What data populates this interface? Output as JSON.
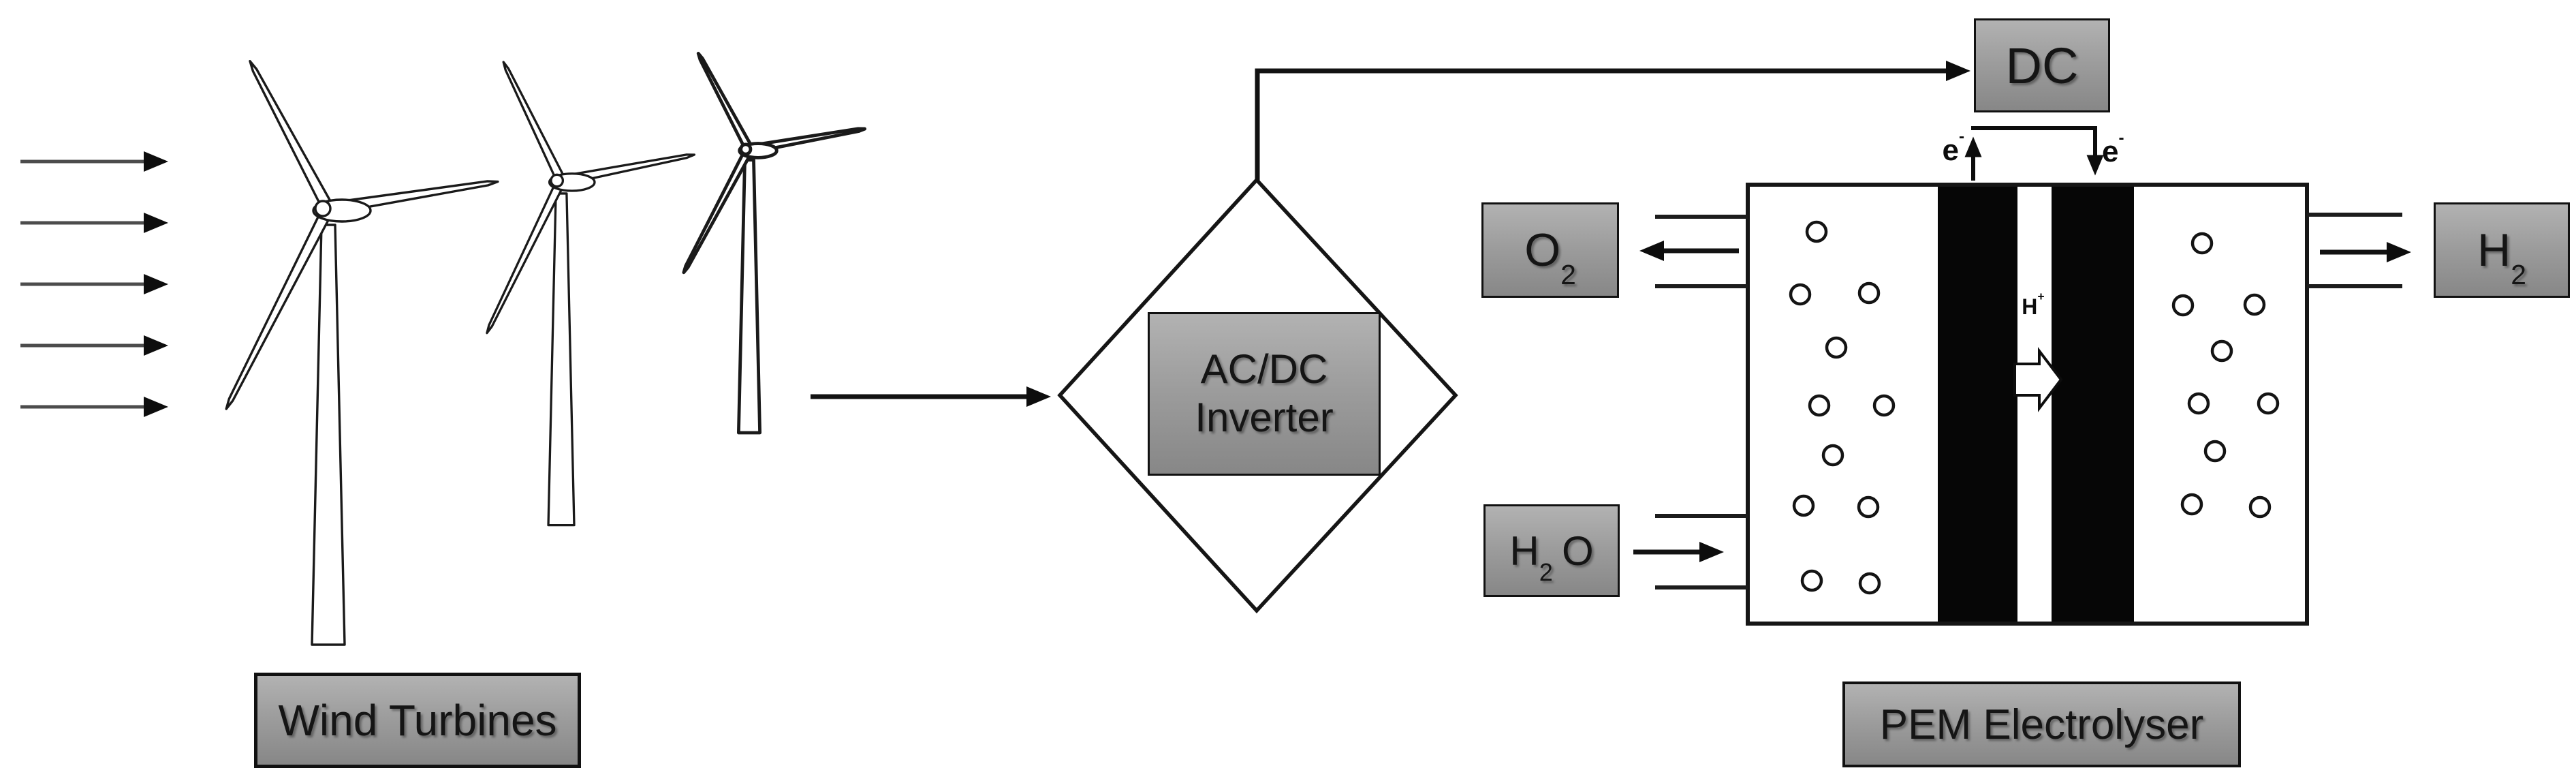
{
  "colors": {
    "box-top": "#b2b2b2",
    "box-bottom": "#878787",
    "box-border": "#111111",
    "ink": "#151515",
    "line": "#1a1a1a"
  },
  "counts": {
    "wind_arrows": 5,
    "wind_turbines": 3
  },
  "boxes": {
    "wind_turbines": {
      "label": "Wind Turbines"
    },
    "inverter": {
      "line1": "AC/DC",
      "line2": "Inverter"
    },
    "dc": {
      "label": "DC"
    },
    "oxygen": {
      "base": "O",
      "sub": "2"
    },
    "water": {
      "base": "H",
      "sub": "2",
      "tail": "O"
    },
    "hydrogen": {
      "base": "H",
      "sub": "2"
    },
    "pem": {
      "label": "PEM Electrolyser"
    }
  },
  "annotations": {
    "electron": {
      "base": "e",
      "sup": "-"
    },
    "proton": {
      "base": "H",
      "sup": "+"
    }
  },
  "icons": {
    "wind-arrow-icon": "→",
    "flow-arrow-icon": "→",
    "electron-up-arrow-icon": "↑",
    "electron-down-arrow-icon": "↓",
    "proton-arrow-icon": "⇨",
    "gas-bubble-icon": "○",
    "wind-turbine-icon": "three-blade turbine outline"
  }
}
